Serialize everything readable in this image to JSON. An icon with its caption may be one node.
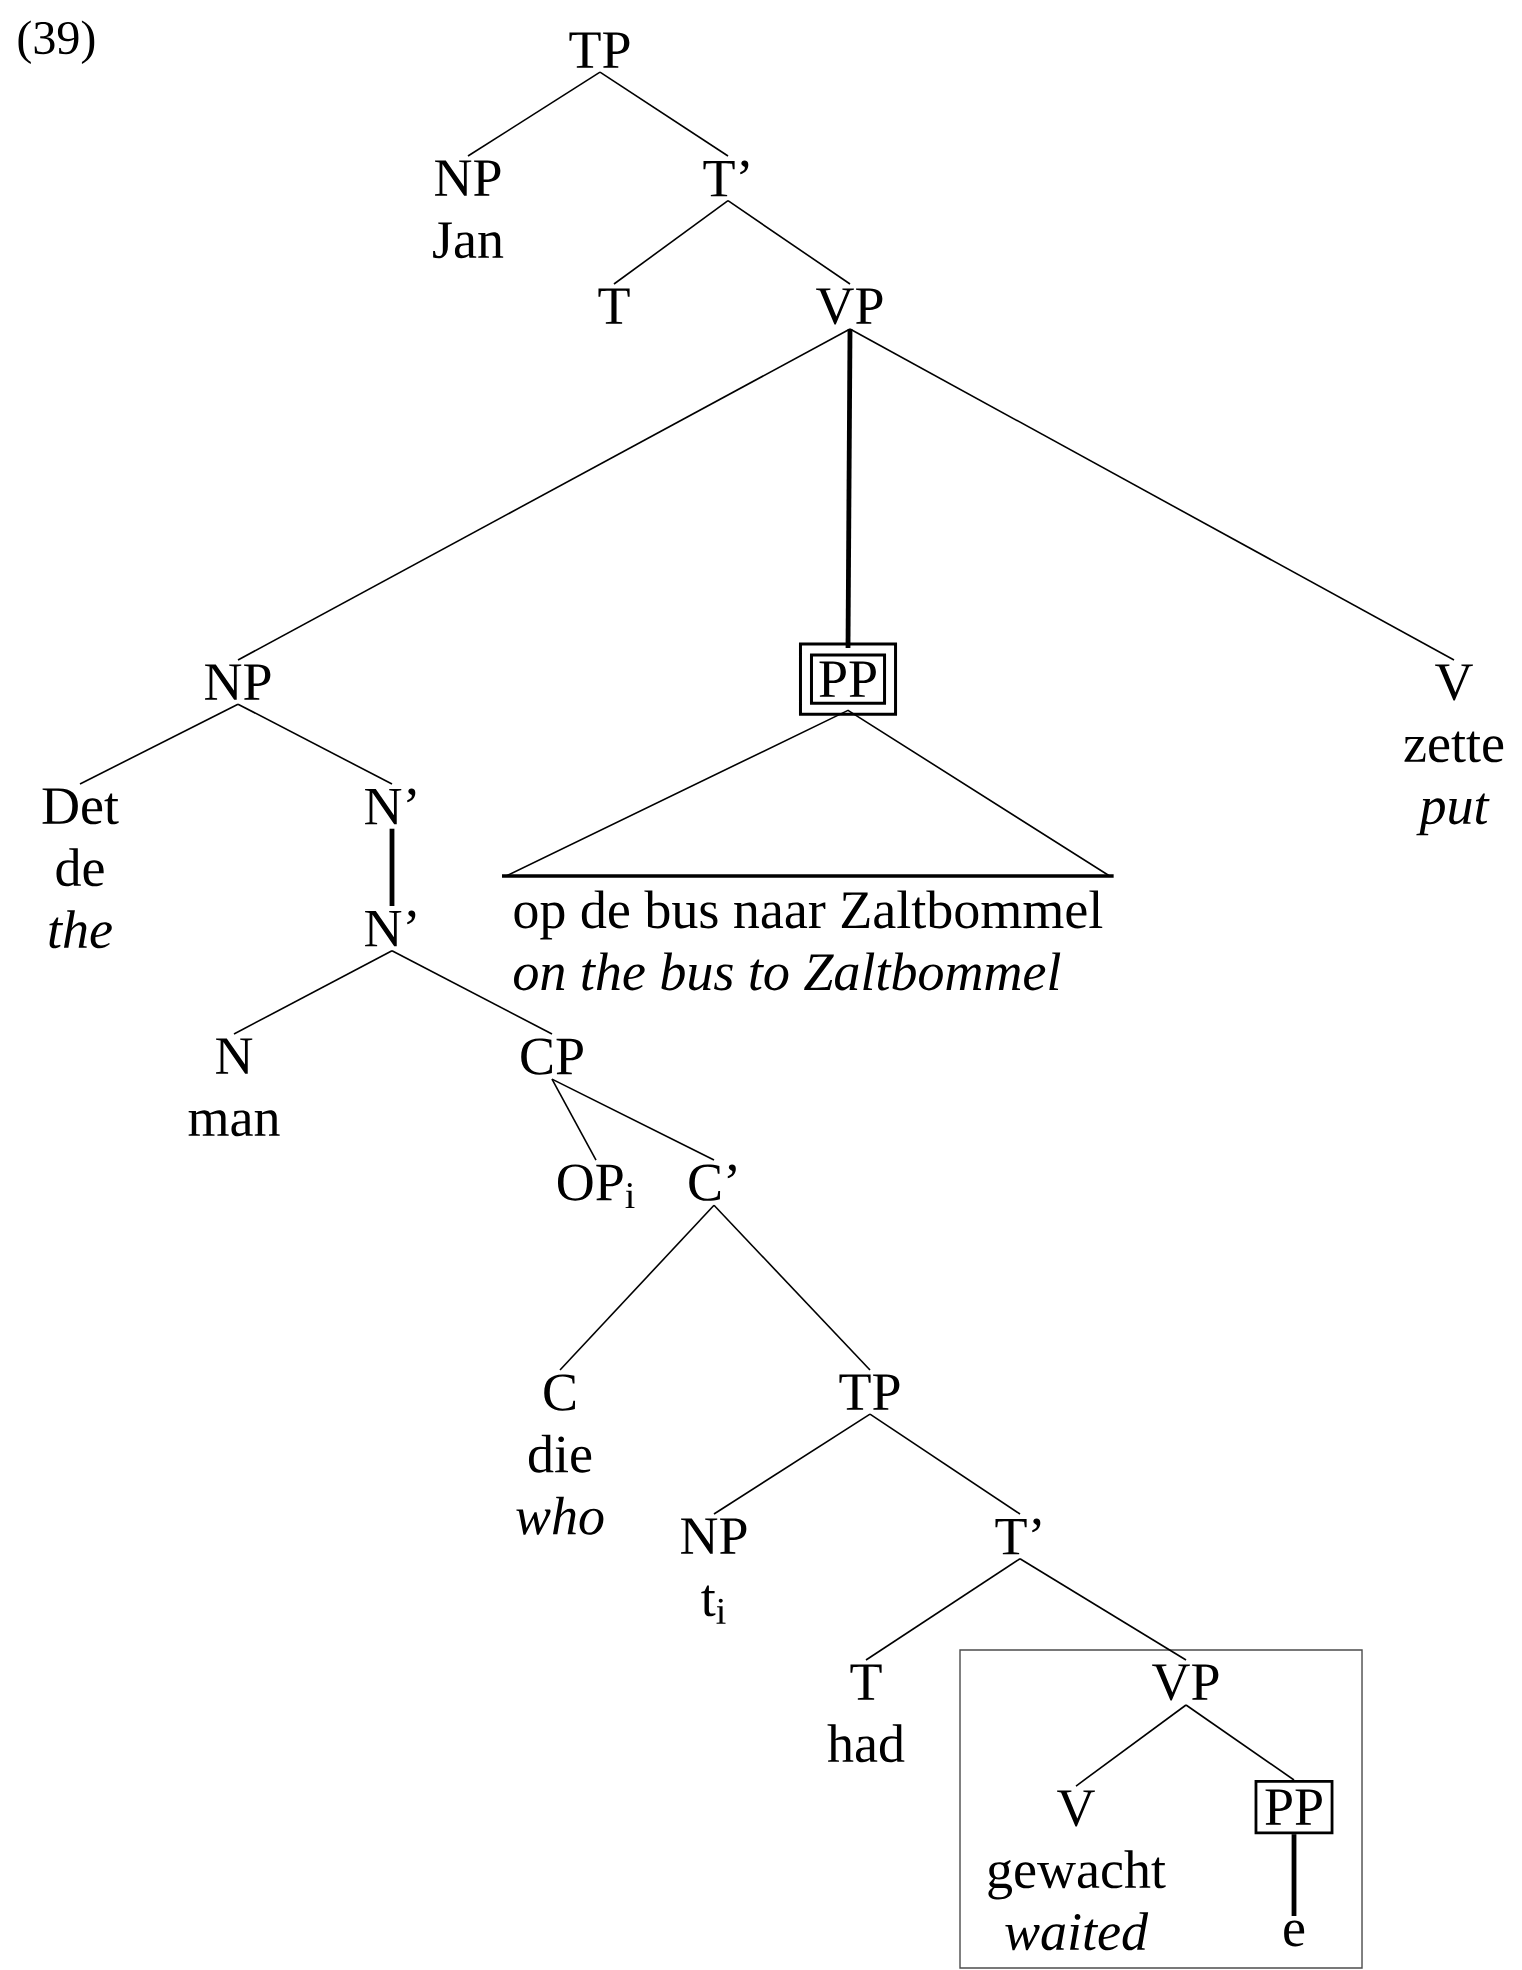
{
  "diagram": {
    "nodes": [
      {
        "text": [
          "TP"
        ]
      },
      {
        "text": [
          "NP",
          "Jan"
        ]
      },
      {
        "text": [
          "T’"
        ]
      },
      {
        "text": [
          "T"
        ]
      },
      {
        "text": [
          "VP"
        ]
      },
      {
        "text": [
          "NP"
        ]
      },
      {
        "text": [
          "PP"
        ]
      },
      {
        "text": [
          "V",
          "zette",
          "put"
        ]
      },
      {
        "text": [
          "Det",
          "de",
          "the"
        ]
      },
      {
        "text": [
          "N’"
        ]
      },
      {
        "text": [
          "N’"
        ]
      },
      {
        "text": [
          "op de bus naar Zaltbommel",
          "on the bus to Zaltbommel"
        ]
      },
      {
        "text": [
          "N",
          "man"
        ]
      },
      {
        "text": [
          "CP"
        ]
      },
      {
        "text": [
          "OP$_{i}$"
        ]
      },
      {
        "text": [
          "C’"
        ]
      },
      {
        "text": [
          "C",
          "die",
          "who"
        ]
      },
      {
        "text": [
          "TP"
        ]
      },
      {
        "text": [
          "NP",
          "t$_{i}$"
        ]
      },
      {
        "text": [
          "T’"
        ]
      },
      {
        "text": [
          "T",
          "had"
        ]
      },
      {
        "text": [],
        "shape": "box"
      },
      {
        "text": [
          "VP"
        ],
        "in": 21
      },
      {
        "text": [
          "V",
          "gewacht",
          "waited"
        ],
        "in": 21
      },
      {
        "text": [
          "PP"
        ],
        "in": 21
      },
      {
        "text": [
          "e"
        ],
        "in": 21
      }
    ],
    "edges": [
      {
        "from": 0,
        "to": 1,
        "arrow": "none"
      },
      {
        "from": 0,
        "to": 2,
        "arrow": "none"
      },
      {
        "from": 2,
        "to": 3,
        "arrow": "none"
      },
      {
        "from": 2,
        "to": 4,
        "arrow": "none"
      },
      {
        "from": 4,
        "to": 5,
        "arrow": "none"
      },
      {
        "from": 4,
        "to": 6,
        "arrow": "none",
        "style": "thick"
      },
      {
        "from": 4,
        "to": 7,
        "arrow": "none"
      },
      {
        "from": 5,
        "to": 8,
        "arrow": "none"
      },
      {
        "from": 5,
        "to": 9,
        "arrow": "none"
      },
      {
        "from": 9,
        "to": 10,
        "arrow": "none",
        "style": "thick"
      },
      {
        "from": 6,
        "to": 11,
        "arrow": "none"
      },
      {
        "from": 10,
        "to": 12,
        "arrow": "none"
      },
      {
        "from": 10,
        "to": 13,
        "arrow": "none"
      },
      {
        "from": 13,
        "to": 14,
        "arrow": "none"
      },
      {
        "from": 13,
        "to": 15,
        "arrow": "none"
      },
      {
        "from": 15,
        "to": 16,
        "arrow": "none"
      },
      {
        "from": 15,
        "to": 17,
        "arrow": "none"
      },
      {
        "from": 17,
        "to": 18,
        "arrow": "none"
      },
      {
        "from": 17,
        "to": 19,
        "arrow": "none"
      },
      {
        "from": 19,
        "to": 20,
        "arrow": "none"
      },
      {
        "from": 19,
        "to": 22,
        "arrow": "none"
      },
      {
        "from": 22,
        "to": 23,
        "arrow": "none"
      },
      {
        "from": 22,
        "to": 24,
        "arrow": "none"
      },
      {
        "from": 24,
        "to": 25,
        "arrow": "none",
        "style": "thick"
      }
    ],
    "labels": [
      "(39)"
    ]
  }
}
